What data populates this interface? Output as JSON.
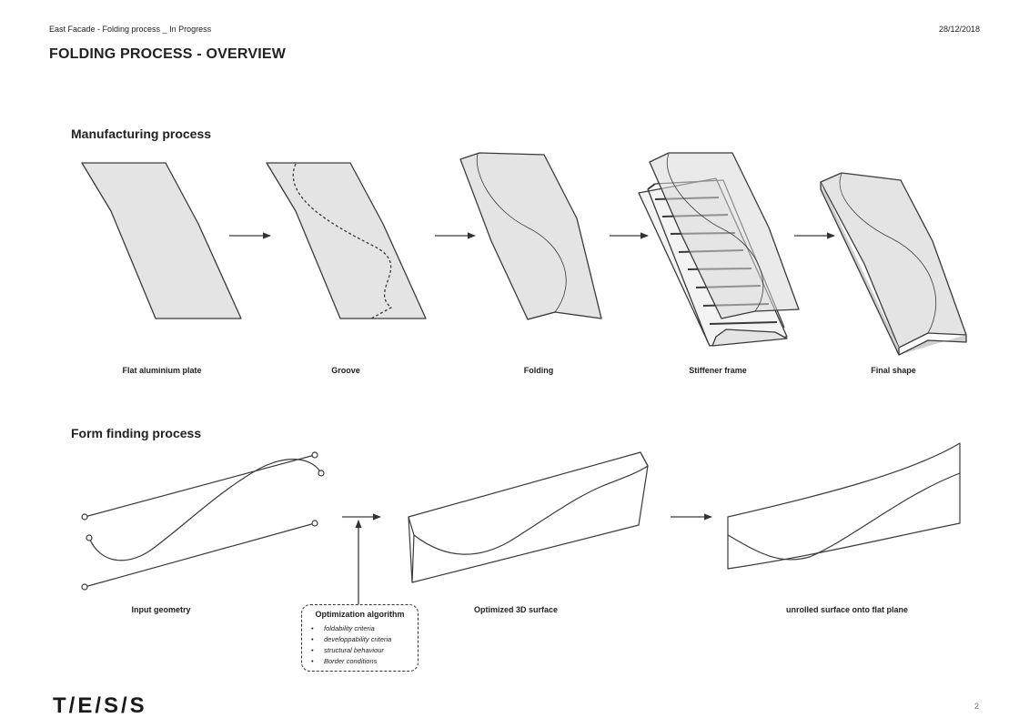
{
  "header": {
    "left": "East Facade - Folding process _ In Progress",
    "date": "28/12/2018",
    "title": "FOLDING PROCESS - OVERVIEW"
  },
  "manufacturing": {
    "title": "Manufacturing process",
    "steps": [
      "Flat aluminium plate",
      "Groove",
      "Folding",
      "Stiffener frame",
      "Final shape"
    ]
  },
  "form_finding": {
    "title": "Form finding process",
    "steps": [
      "Input geometry",
      "Optimized 3D surface",
      "unrolled surface onto flat plane"
    ],
    "algorithm": {
      "title": "Optimization algorithm",
      "items": [
        "foldability criteria",
        "developpability criteria",
        "structural behaviour",
        "Border conditions"
      ]
    }
  },
  "footer": {
    "logo": "T/E/S/S",
    "page": "2"
  },
  "colors": {
    "panel_fill": "#e4e4e4",
    "stroke": "#3a3a3a"
  }
}
